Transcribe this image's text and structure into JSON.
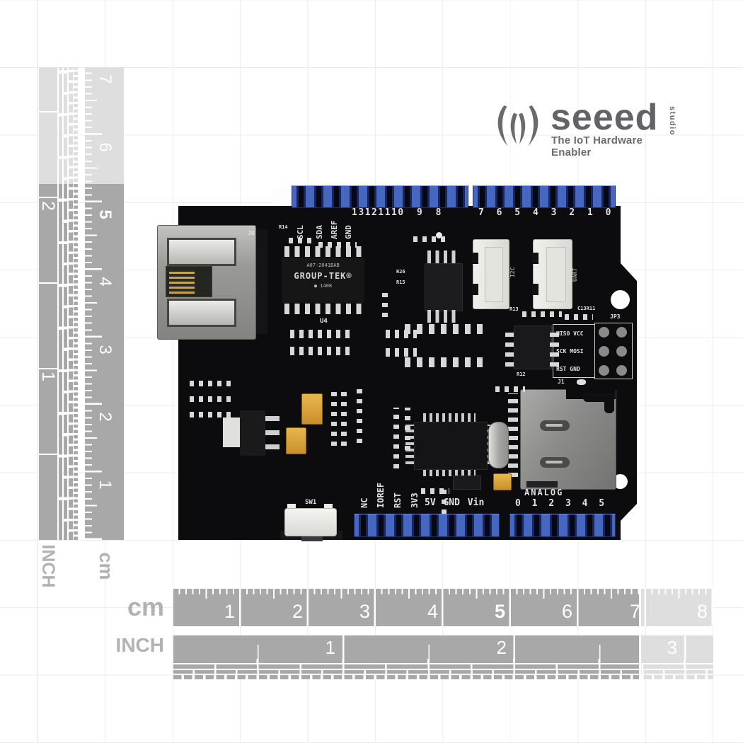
{
  "logo": {
    "brand": "seeed",
    "suffix": "studio",
    "tagline": "The IoT Hardware Enabler",
    "color": "#6a6a6f"
  },
  "rulers": {
    "left_inch": {
      "label": "INCH",
      "numbers": [
        "2",
        "1"
      ]
    },
    "left_cm": {
      "label": "cm",
      "numbers": [
        "7",
        "6",
        "5",
        "4",
        "3",
        "2",
        "1"
      ]
    },
    "bottom_cm": {
      "label": "cm",
      "numbers": [
        "1",
        "2",
        "3",
        "4",
        "5",
        "6",
        "7",
        "8"
      ]
    },
    "bottom_inch": {
      "label": "INCH",
      "numbers": [
        "1",
        "2",
        "3"
      ]
    }
  },
  "board": {
    "silk": {
      "j8": "J8",
      "r14": "R14",
      "u4": "U4",
      "r26": "R26",
      "r15": "R15",
      "r13": "R13",
      "c13_r11": "C13R11",
      "jp3": "JP3",
      "r12": "R12",
      "j1": "J1",
      "sw1": "SW1",
      "digital_left": "13121110 9 8",
      "digital_right": "7 6 5 4 3 2 1 0",
      "i2c_header": [
        "SCL",
        "SDA",
        "AREF",
        "GND"
      ],
      "power_vertical": [
        "NC",
        "IOREF",
        "RST",
        "3V3"
      ],
      "power_horizontal": "5V GND Vin",
      "analog_label": "ANALOG",
      "analog_numbers": "0 1 2 3 4 5",
      "isp_rows": [
        "MISO VCC",
        "SCK MOSI",
        "RST GND"
      ],
      "grove1": "I2C",
      "grove2": "UART"
    },
    "transformer": {
      "line1": "A07-2041BAB",
      "brand": "GROUP-TEK®",
      "code": "● 1408"
    }
  },
  "colors": {
    "pcb": "#0c0c0e",
    "header_blue": "#4667bf",
    "silkscreen": "#e2e2e2",
    "ruler_dark": "#a8a8a8",
    "ruler_light": "#dedede",
    "cap_yellow": "#dba83a"
  }
}
